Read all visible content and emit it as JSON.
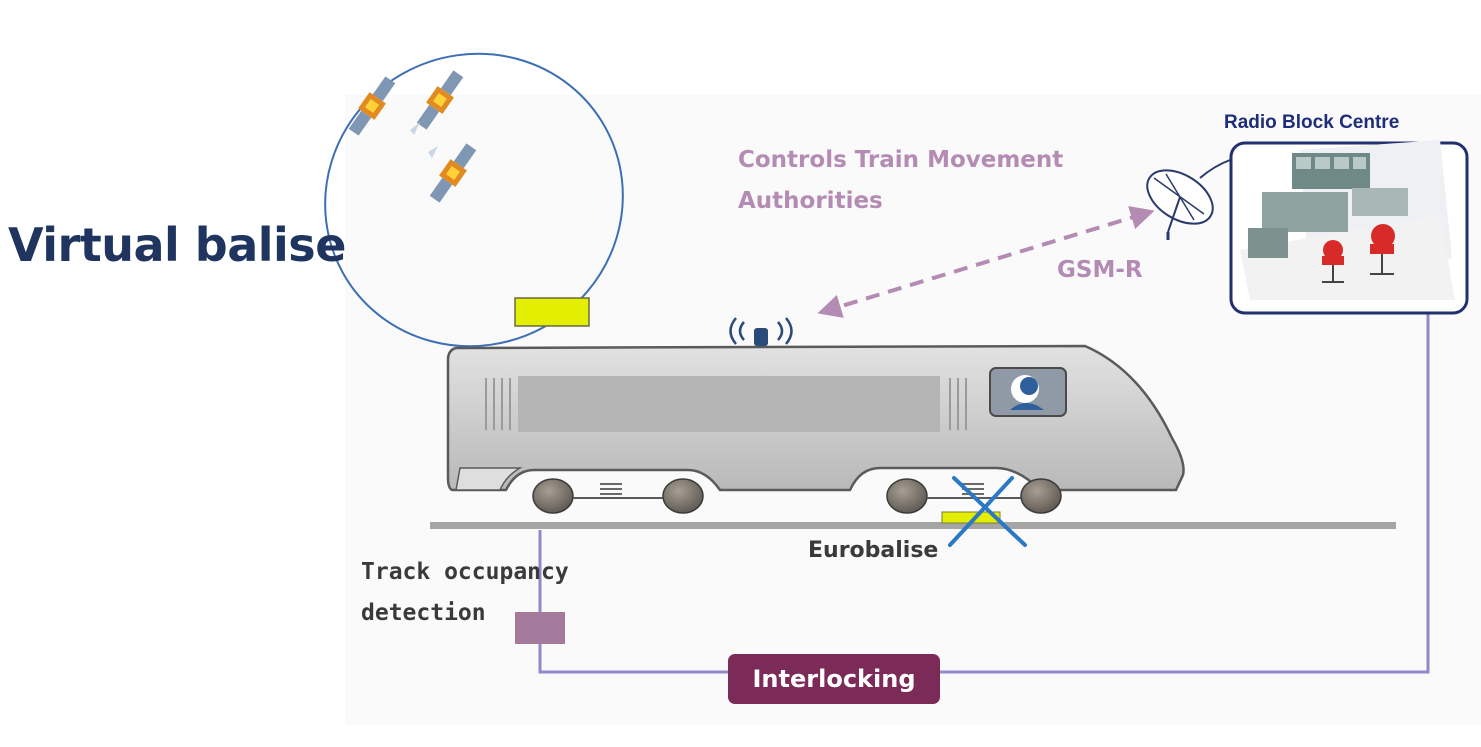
{
  "title": "Virtual balise",
  "radio_block_centre": {
    "label": "Radio Block Centre"
  },
  "movement_authorities": {
    "line1": "Controls Train Movement",
    "line2": "Authorities"
  },
  "gsm_r": {
    "label": "GSM-R"
  },
  "track_occupancy": {
    "line1": "Track occupancy",
    "line2": "detection"
  },
  "eurobalise": {
    "label": "Eurobalise"
  },
  "interlocking": {
    "label": "Interlocking"
  },
  "colors": {
    "title": "#1f3560",
    "rbc_label": "#1f2d7a",
    "annotation_purple": "#b48bb3",
    "interlocking_box": "#7c2b58",
    "link_line": "#8f89c8",
    "balise_yellow": "#e4ee00",
    "satellite_cone": "#3d6fb3",
    "cross_mark": "#2b78c4",
    "train_body": "#cfcfcf"
  },
  "icons": {
    "satellites": "satellite-icon",
    "antenna": "radio-antenna-icon",
    "dish": "satellite-dish-icon",
    "control_room": "control-room-icon",
    "driver": "driver-icon",
    "cross": "cross-icon"
  }
}
